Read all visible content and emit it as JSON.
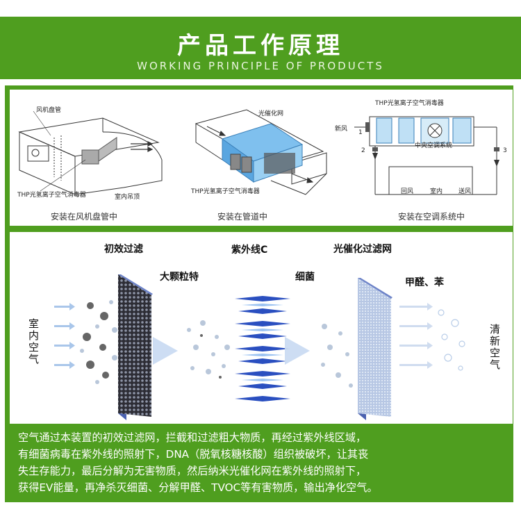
{
  "header": {
    "title": "产品工作原理",
    "subtitle": "WORKING PRINCIPLE OF PRODUCTS"
  },
  "install": {
    "fan_coil": {
      "caption": "安装在风机盘管中",
      "label_coil": "风机盘管",
      "label_device": "THP光氢离子空气消毒器",
      "label_ceiling": "室内吊顶"
    },
    "duct": {
      "caption": "安装在管道中",
      "label_net": "光催化网",
      "label_device": "THP光氢离子空气消毒器"
    },
    "ac_system": {
      "caption": "安装在空调系统中",
      "label_device": "THP光氢离子空气消毒器",
      "label_fresh": "新风",
      "label_central": "中央空调系统",
      "label_return": "回风",
      "label_indoor": "室内",
      "label_supply": "送风",
      "num1": "1",
      "num2": "2",
      "num3": "3"
    }
  },
  "process": {
    "primary_filter": "初效过滤",
    "large_particles": "大颗粒特",
    "uvc": "紫外线C",
    "bacteria": "细菌",
    "photocatalytic": "光催化过滤网",
    "formaldehyde": "甲醛、苯",
    "indoor_air": "室内空气",
    "clean_air": "清新空气"
  },
  "description": [
    "空气通过本装置的初效过滤网，拦截和过滤粗大物质，再经过紫外线区域，",
    "有细菌病毒在紫外线的照射下，DNA（脱氧核糖核酸）组织被破坏，让其丧",
    "失生存能力，最后分解为无害物质，然后纳米光催化网在紫外线的照射下，",
    "获得EV能量，再净杀灭细菌、分解甲醛、TVOC等有害物质，输出净化空气。"
  ],
  "colors": {
    "brand_green": "#4f9e1f",
    "filter_blue": "#4b62b0",
    "uv_blue": "#2a4fc0"
  }
}
